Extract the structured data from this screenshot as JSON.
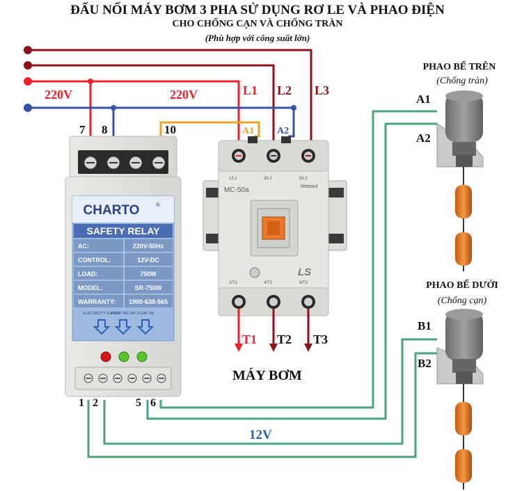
{
  "title": {
    "line1": "ĐẤU NỐI MÁY BƠM 3 PHA SỬ DỤNG RƠ LE VÀ PHAO ĐIỆN",
    "line2": "CHO CHỐNG CẠN VÀ CHỐNG TRÀN",
    "line3": "(Phù hợp với công suất lớn)"
  },
  "wires": {
    "v220_left": "220V",
    "v220_mid": "220V",
    "l1": "L1",
    "l2": "L2",
    "l3": "L3",
    "v12": "12V"
  },
  "terminals": {
    "t7": "7",
    "t8": "8",
    "t10": "10",
    "t1": "1",
    "t2": "2",
    "t5": "5",
    "t6": "6",
    "a1": "A1",
    "a2": "A2"
  },
  "relay": {
    "brand": "CHARTO",
    "reg": "®",
    "product": "SAFETY RELAY",
    "rows": [
      {
        "key": "AC:",
        "value": "220V-50Hz"
      },
      {
        "key": "CONTROL:",
        "value": "12V-DC"
      },
      {
        "key": "LOAD:",
        "value": "750W"
      },
      {
        "key": "MODEL:",
        "value": "SR-750W"
      },
      {
        "key": "WARRANTY:",
        "value": "1900-638-565"
      }
    ],
    "ind1": "ELECTRICITY SUPPLY",
    "ind2": "FLOAT BELOW",
    "ind3": "FLOAT ON"
  },
  "contactor": {
    "model": "MC-50a",
    "maker": "Metasol",
    "logo": "LS",
    "top_l1": "1/L1",
    "top_l2": "3/L2",
    "top_l3": "5/L3",
    "bot_t1": "2/T1",
    "bot_t2": "4/T2",
    "bot_t3": "6/T3",
    "coil_a1": "A1",
    "coil_a2": "A2"
  },
  "outputs": {
    "t1": "T1",
    "t2": "T2",
    "t3": "T3",
    "pump": "MÁY BƠM"
  },
  "float_top": {
    "title": "PHAO BỂ TRÊN",
    "sub": "(Chống tràn)",
    "a1": "A1",
    "a2": "A2"
  },
  "float_bottom": {
    "title": "PHAO BỂ DƯỚI",
    "sub": "(Chống cạn)",
    "b1": "B1",
    "b2": "B2"
  },
  "colors": {
    "red": "#e8212b",
    "darkred": "#8b1218",
    "blue": "#3551a4",
    "green": "#4aa37a",
    "orange": "#e8a32a"
  }
}
